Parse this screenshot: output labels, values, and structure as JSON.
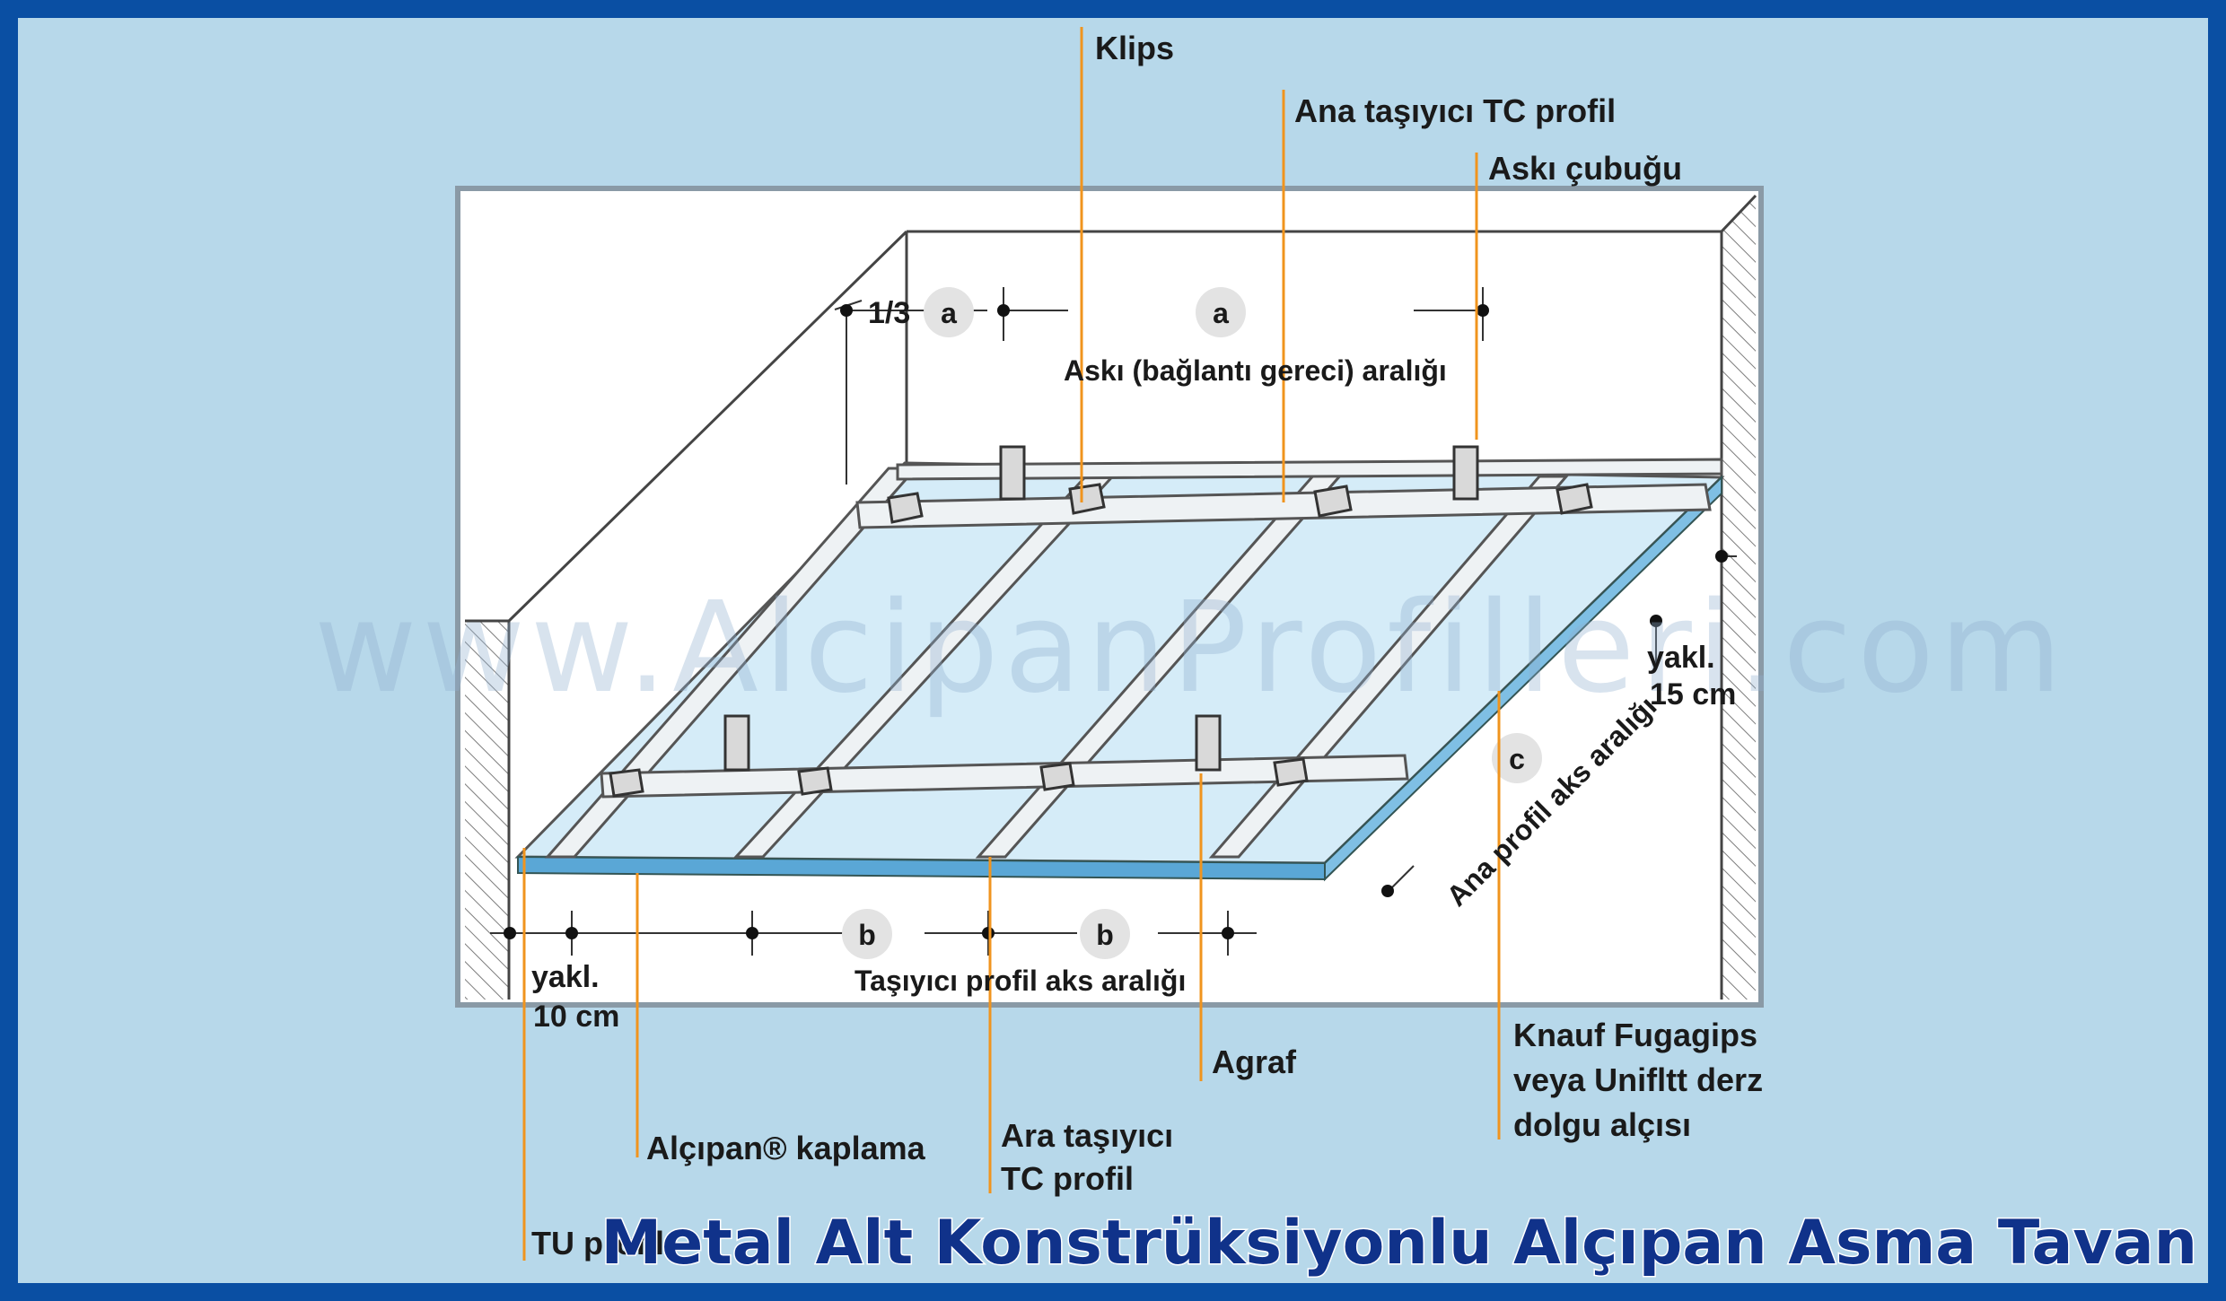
{
  "labels": {
    "klips": "Klips",
    "ana_tc_profil": "Ana taşıyıcı TC profil",
    "aski_cubugu": "Askı çubuğu",
    "one_third": "1/3",
    "marker_a": "a",
    "marker_b": "b",
    "marker_c": "c",
    "aski_araligi": "Askı (bağlantı gereci) aralığı",
    "yakl_15_line1": "yakl.",
    "yakl_15_line2": "15 cm",
    "ana_profil_aks": "Ana profil aks aralığı",
    "yakl_10_line1": "yakl.",
    "yakl_10_line2": "10 cm",
    "tasiyici_aks": "Taşıyıcı profil aks aralığı",
    "agraf": "Agraf",
    "knauf_line1": "Knauf Fugagips",
    "knauf_line2": "veya Unifltt derz",
    "knauf_line3": "dolgu alçısı",
    "alcipan_kaplama": "Alçıpan® kaplama",
    "ara_tc_line1": "Ara taşıyıcı",
    "ara_tc_line2": "TC profil",
    "tu_profil": "TU profil"
  },
  "title": "Metal Alt Konstrüksiyonlu Alçıpan Asma Tavan",
  "watermark": "www.AlcipanProfilleri.com",
  "colors": {
    "frame": "#0a4fa3",
    "background": "#b7d8ea",
    "leader": "#f0941e",
    "board": "#d5ecf8",
    "title": "#10328a"
  }
}
